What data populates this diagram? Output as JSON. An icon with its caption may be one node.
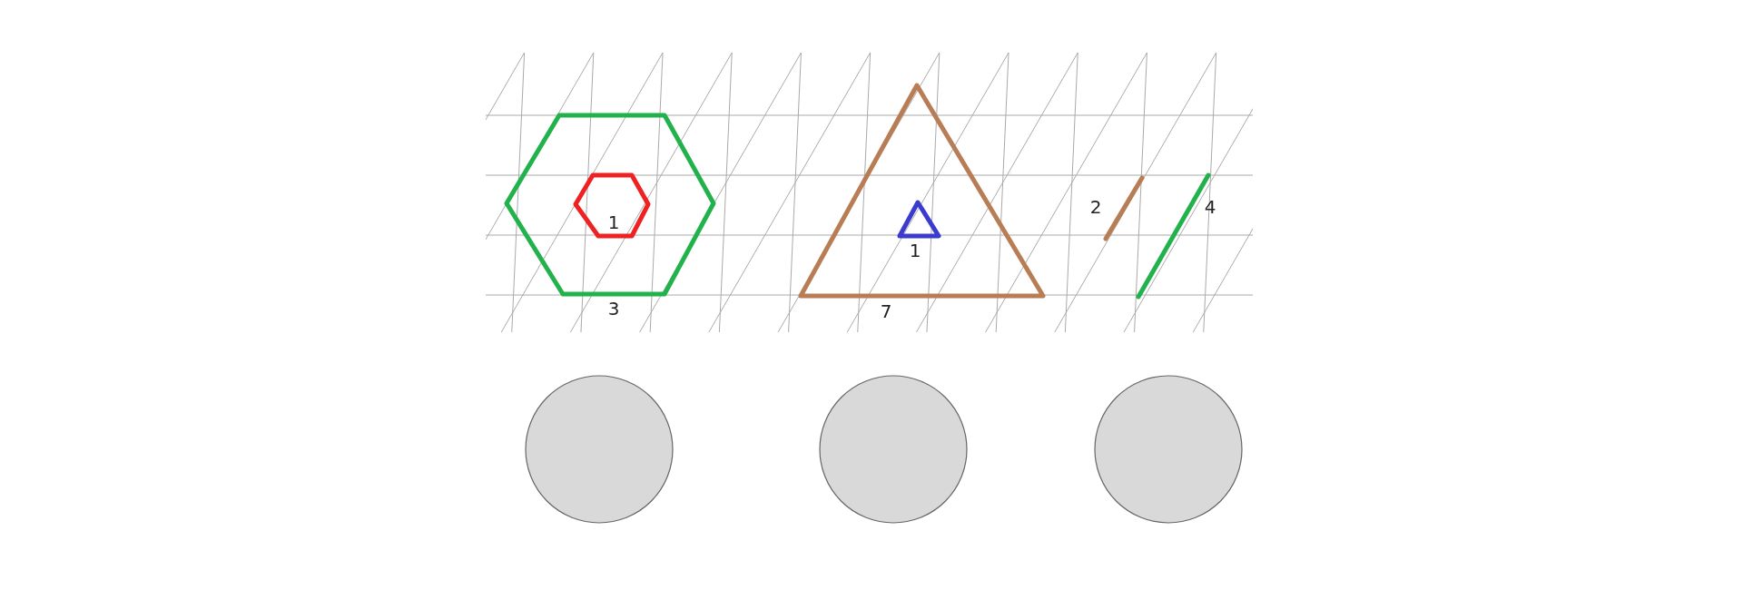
{
  "diagram": {
    "nodes": [
      {
        "text": [],
        "shape": "circle"
      },
      {
        "text": [],
        "shape": "circle"
      },
      {
        "text": [],
        "shape": "circle"
      }
    ],
    "labels": [
      "1",
      "3",
      "1",
      "7",
      "2",
      "4"
    ]
  }
}
